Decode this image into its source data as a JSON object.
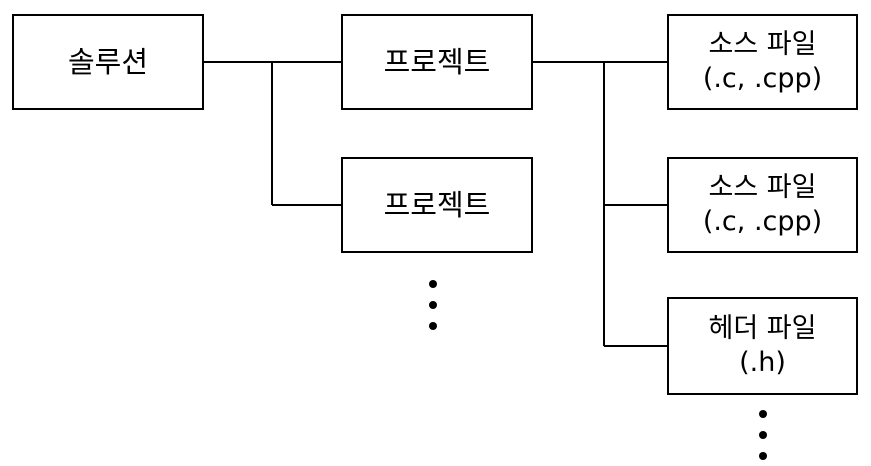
{
  "nodes": {
    "solution": {
      "label": "솔루션"
    },
    "project_1": {
      "label": "프로젝트"
    },
    "project_2": {
      "label": "프로젝트"
    },
    "source_file_1": {
      "line1": "소스 파일",
      "line2": "(.c, .cpp)"
    },
    "source_file_2": {
      "line1": "소스 파일",
      "line2": "(.c, .cpp)"
    },
    "header_file": {
      "line1": "헤더 파일",
      "line2": "(.h)"
    }
  },
  "colors": {
    "stroke": "#000000",
    "background": "#ffffff",
    "text": "#000000"
  }
}
